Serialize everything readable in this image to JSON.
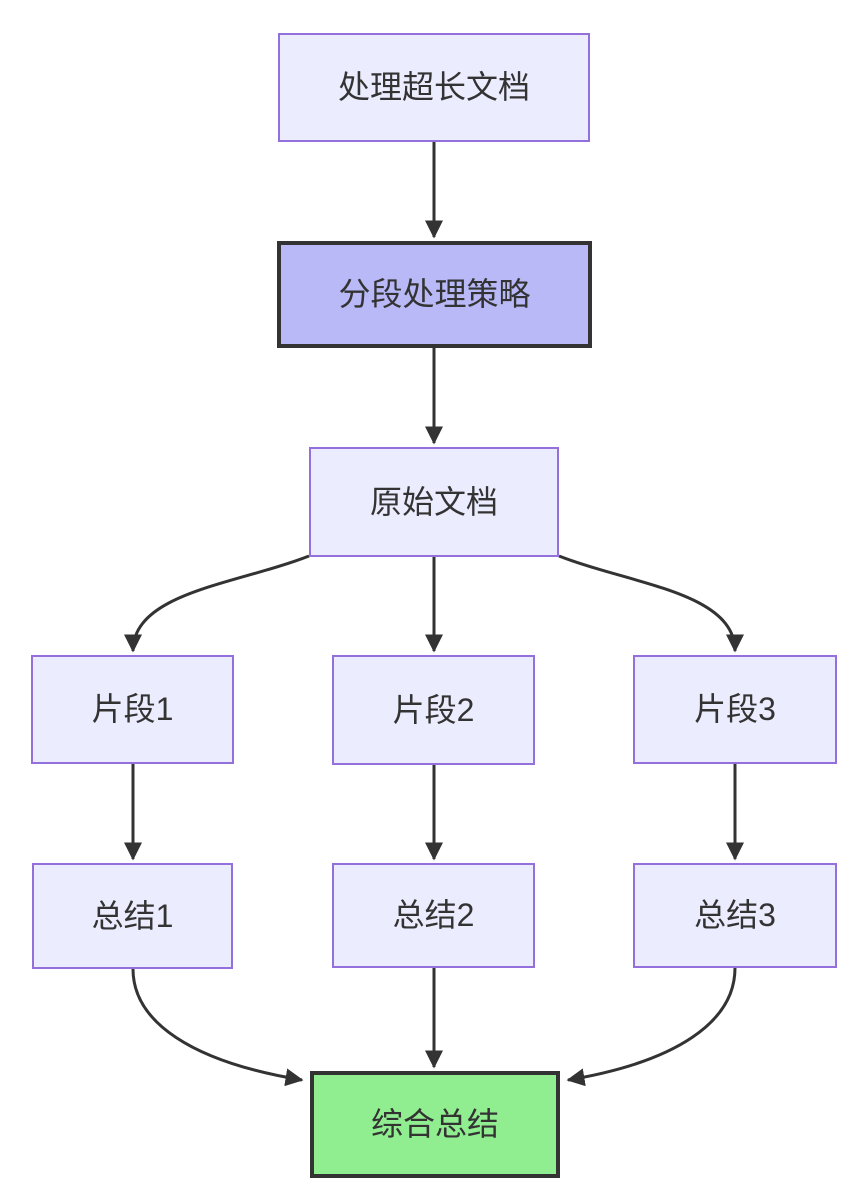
{
  "diagram": {
    "type": "flowchart",
    "direction": "top-down",
    "colors": {
      "background": "#ffffff",
      "node_fill": "#ECECFF",
      "node_border": "#9370DB",
      "emphasis_purple_fill": "#B9B9F8",
      "emphasis_green_fill": "#90EE90",
      "emphasis_border": "#333333",
      "edge_stroke": "#333333",
      "text": "#333333"
    },
    "nodes": [
      {
        "id": "process-long-doc",
        "label": "处理超长文档",
        "style": "default"
      },
      {
        "id": "segment-strategy",
        "label": "分段处理策略",
        "style": "emphasis-purple"
      },
      {
        "id": "original-doc",
        "label": "原始文档",
        "style": "default"
      },
      {
        "id": "fragment-1",
        "label": "片段1",
        "style": "default"
      },
      {
        "id": "fragment-2",
        "label": "片段2",
        "style": "default"
      },
      {
        "id": "fragment-3",
        "label": "片段3",
        "style": "default"
      },
      {
        "id": "summary-1",
        "label": "总结1",
        "style": "default"
      },
      {
        "id": "summary-2",
        "label": "总结2",
        "style": "default"
      },
      {
        "id": "summary-3",
        "label": "总结3",
        "style": "default"
      },
      {
        "id": "combined-summary",
        "label": "综合总结",
        "style": "emphasis-green"
      }
    ],
    "edges": [
      {
        "from": "处理超长文档",
        "to": "分段处理策略"
      },
      {
        "from": "分段处理策略",
        "to": "原始文档"
      },
      {
        "from": "原始文档",
        "to": "片段1"
      },
      {
        "from": "原始文档",
        "to": "片段2"
      },
      {
        "from": "原始文档",
        "to": "片段3"
      },
      {
        "from": "片段1",
        "to": "总结1"
      },
      {
        "from": "片段2",
        "to": "总结2"
      },
      {
        "from": "片段3",
        "to": "总结3"
      },
      {
        "from": "总结1",
        "to": "综合总结"
      },
      {
        "from": "总结2",
        "to": "综合总结"
      },
      {
        "from": "总结3",
        "to": "综合总结"
      }
    ]
  }
}
